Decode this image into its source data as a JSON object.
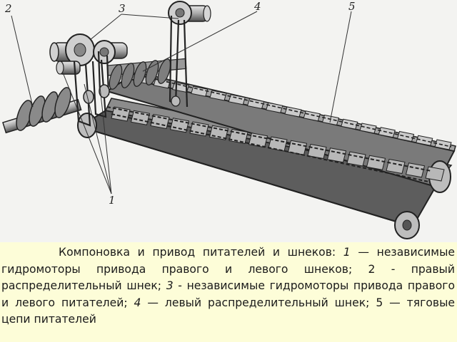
{
  "figure": {
    "callouts": {
      "c1": "1",
      "c2": "2",
      "c3": "3",
      "c4": "4",
      "c5": "5"
    }
  },
  "caption": {
    "intro": "Компоновка и привод питателей и шнеков: ",
    "n1": "1",
    "t1": " — независимые гидромоторы привода правого и левого шнеков; ",
    "n2": "2",
    "t2": " - правый распределительный шнек; ",
    "n3": "3",
    "t3": " - независимые гидромоторы привода правого и левого питателей; ",
    "n4": "4",
    "t4": " — левый распределительный шнек; ",
    "n5": "5",
    "t5": " — тяговые цепи питателей"
  },
  "colors": {
    "caption_background": "#fdfdd8",
    "figure_background": "#f3f3f1"
  }
}
